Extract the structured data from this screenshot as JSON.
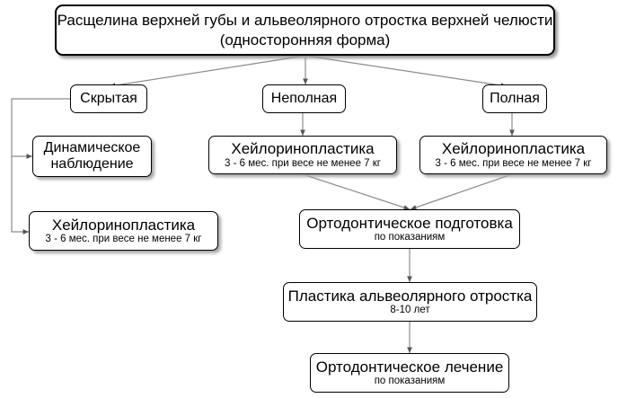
{
  "title": {
    "line1": "Расщелина верхней губы и альвеолярного отростка верхней челюсти",
    "line2": "(односторонняя форма)"
  },
  "categories": {
    "hidden": "Скрытая",
    "incomplete": "Неполная",
    "complete": "Полная"
  },
  "nodes": {
    "dynamic_observation": {
      "line1": "Динамическое",
      "line2": "наблюдение"
    },
    "cheiloplasty_hidden": {
      "label": "Хейлоринопластика",
      "detail": "3 - 6 мес. при весе не менее 7 кг"
    },
    "cheiloplasty_incomplete": {
      "label": "Хейлоринопластика",
      "detail": "3 - 6 мес. при весе не менее 7 кг"
    },
    "cheiloplasty_complete": {
      "label": "Хейлоринопластика",
      "detail": "3 - 6 мес. при весе не менее 7 кг"
    },
    "orthodontic_prep": {
      "label": "Ортодонтическое подготовка",
      "detail": "по показаниям"
    },
    "alveolar_plasty": {
      "label": "Пластика альвеолярного отростка",
      "detail": "8-10 лет"
    },
    "orthodontic_treatment": {
      "label": "Ортодонтическое лечение",
      "detail": "по показаниям"
    }
  },
  "colors": {
    "line": "#8c8c8c",
    "border": "#000000",
    "shadow": "#a8a8a8"
  }
}
